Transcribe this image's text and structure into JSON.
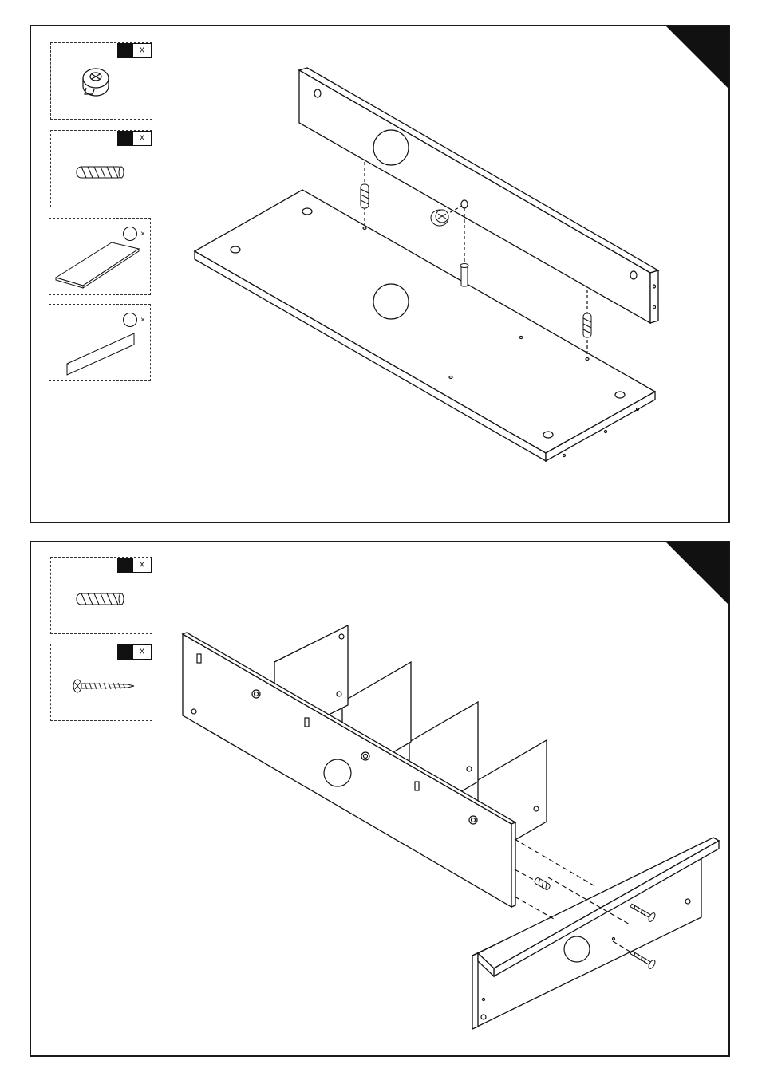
{
  "step1": {
    "parts": [
      {
        "name": "cam-lock",
        "qty_mark": "X"
      },
      {
        "name": "wooden-dowel",
        "qty_mark": "X"
      },
      {
        "name": "shelf-board",
        "qty_mark": "×"
      },
      {
        "name": "back-rail",
        "qty_mark": "×"
      }
    ]
  },
  "step2": {
    "parts": [
      {
        "name": "wooden-dowel",
        "qty_mark": "X"
      },
      {
        "name": "wood-screw",
        "qty_mark": "X"
      }
    ]
  },
  "icons": [
    "cam-lock-icon",
    "dowel-icon",
    "shelf-board-icon",
    "rail-icon",
    "screw-icon"
  ]
}
